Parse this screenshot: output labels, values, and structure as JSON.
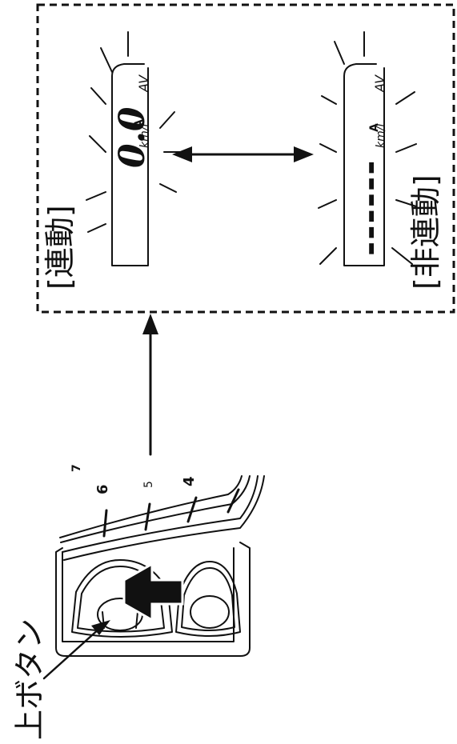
{
  "labels": {
    "linked": "[連動]",
    "unlinked": "[非連動]",
    "upper_button": "上ボタン"
  },
  "display_linked": {
    "value": "0.0",
    "unit": "km/l",
    "mode_badge": "A",
    "mode": "AV"
  },
  "display_unlinked": {
    "value": "------",
    "unit": "km/l",
    "mode_badge": "A",
    "mode": "AV"
  },
  "gauge": {
    "scale_labels": [
      "7",
      "6",
      "5",
      "4"
    ]
  },
  "icons": [
    "blink-rays-icon",
    "double-arrow-icon",
    "press-arrow-icon",
    "pointer-arrow-icon"
  ]
}
